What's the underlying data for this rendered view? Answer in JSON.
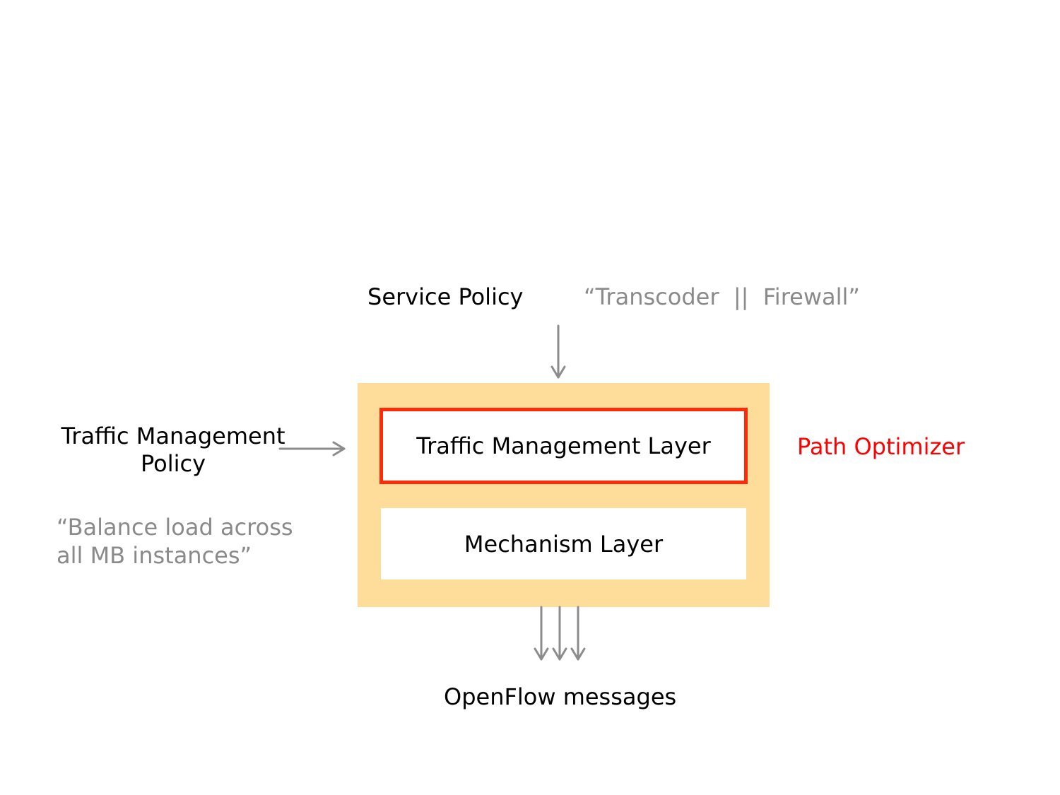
{
  "service_policy": {
    "label": "Service Policy",
    "example": "“Transcoder  ||  Firewall”"
  },
  "traffic_management_policy": {
    "label": "Traffic Management\nPolicy",
    "example": "“Balance load across\n all MB instances”"
  },
  "layers": {
    "traffic_management": "Traffic Management Layer",
    "mechanism": "Mechanism Layer"
  },
  "path_optimizer": "Path Optimizer",
  "output": "OpenFlow messages",
  "colors": {
    "controller_fill": "#fedd9b",
    "highlight_border": "#ff2a0a",
    "highlight_text": "#ff0000",
    "arrow": "#8c8c8c",
    "secondary_text": "#8a8a8a"
  }
}
